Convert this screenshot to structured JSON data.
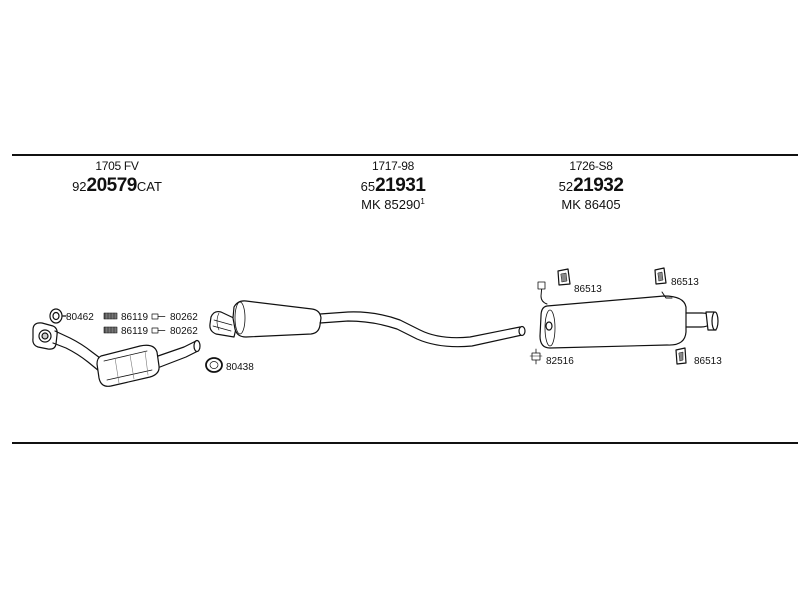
{
  "sections": [
    {
      "ref": "1705 FV",
      "pn_prefix": "92",
      "pn_main": "20579",
      "pn_suffix": "CAT",
      "mk": "",
      "mk_sup": ""
    },
    {
      "ref": "1717-98",
      "pn_prefix": "65",
      "pn_main": "21931",
      "pn_suffix": "",
      "mk": "MK  85290",
      "mk_sup": "1"
    },
    {
      "ref": "1726-S8",
      "pn_prefix": "52",
      "pn_main": "21932",
      "pn_suffix": "",
      "mk": "MK  86405",
      "mk_sup": ""
    }
  ],
  "labels": {
    "front_clamp": "80462",
    "bolt_1": "86119",
    "bolt_2": "86119",
    "nut_1": "80262",
    "nut_2": "80262",
    "ring_clamp": "80438",
    "rubber_rear_left": "86513",
    "rubber_top_right": "86513",
    "rubber_bottom_right": "86513",
    "clamp_rear": "82516"
  }
}
